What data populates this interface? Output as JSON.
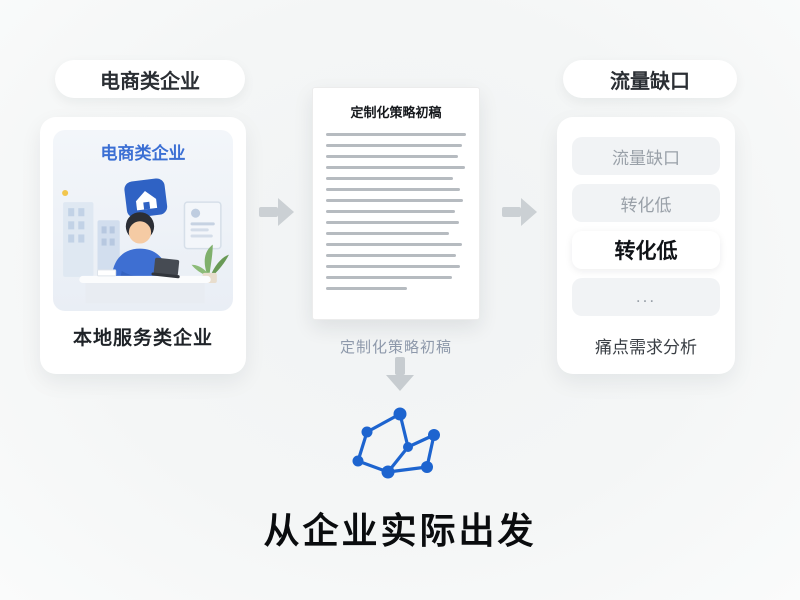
{
  "badges": {
    "left": "电商类企业",
    "right": "流量缺口"
  },
  "left_card": {
    "title": "电商类企业",
    "caption": "本地服务类企业"
  },
  "document": {
    "title": "定制化策略初稿",
    "caption": "定制化策略初稿",
    "line_widths": [
      100,
      97,
      94,
      99,
      91,
      96,
      98,
      92,
      95,
      88,
      97,
      93,
      96,
      90,
      58
    ]
  },
  "right_card": {
    "items": [
      {
        "label": "流量缺口",
        "emphasis": false
      },
      {
        "label": "转化低",
        "emphasis": false
      },
      {
        "label": "转化低",
        "emphasis": true
      },
      {
        "label": "...",
        "emphasis": false
      }
    ],
    "caption": "痛点需求分析"
  },
  "footer": {
    "headline": "从企业实际出发"
  },
  "icons": {
    "left_arrow_1": "arrow-right-icon",
    "left_arrow_2": "arrow-right-icon",
    "down_arrow": "arrow-down-icon",
    "graph": "network-graph-icon"
  },
  "colors": {
    "accent_blue": "#3b6fd4",
    "network_blue": "#1d64cf",
    "badge_blue": "#2f62c4",
    "background": "#f4f6f6",
    "card_bg": "#ffffff",
    "muted_text": "#9aa1a9",
    "caption_blue_gray": "#8e99ab",
    "arrow_gray": "#cbd0d4"
  }
}
